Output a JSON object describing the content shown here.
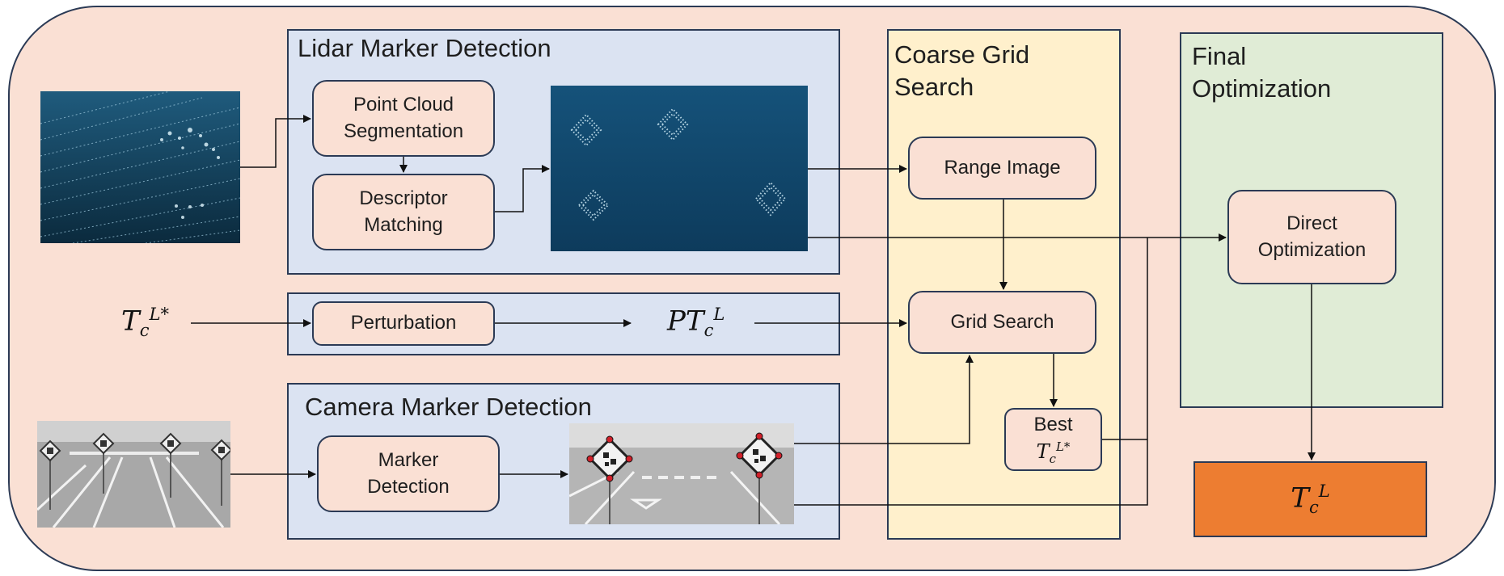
{
  "panels": {
    "lidar": "Lidar Marker Detection",
    "camera": "Camera Marker Detection",
    "coarse": "Coarse Grid\nSearch",
    "final": "Final\nOptimization"
  },
  "boxes": {
    "point_cloud": "Point Cloud\nSegmentation",
    "descriptor": "Descriptor\nMatching",
    "perturbation": "Perturbation",
    "marker_detection": "Marker\nDetection",
    "range_image": "Range Image",
    "grid_search": "Grid Search",
    "best": "Best",
    "direct_opt": "Direct\nOptimization"
  },
  "math": {
    "t_base": "T",
    "t_sub": "c",
    "t_sup": "L",
    "t_sup_star": "L*",
    "pt_base": "PT"
  },
  "colors": {
    "background": "#fae0d4",
    "lidar_panel": "#dbe3f2",
    "coarse_panel": "#fff0cc",
    "final_panel": "#e0ecd6",
    "output_box": "#ed7d31",
    "stroke": "#2b3a55"
  }
}
